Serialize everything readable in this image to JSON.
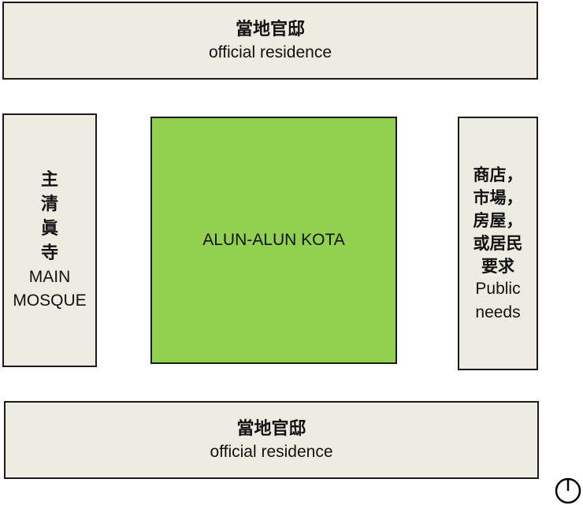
{
  "top": {
    "zh": "當地官邸",
    "en": "official residence"
  },
  "bottom": {
    "zh": "當地官邸",
    "en": "official residence"
  },
  "left": {
    "zh": "主清眞寺",
    "en_line1": "MAIN",
    "en_line2": "MOSQUE"
  },
  "center": {
    "label": "ALUN-ALUN KOTA",
    "color": "#92d050"
  },
  "right": {
    "zh_lines": [
      "商店，",
      "市場，",
      "房屋，",
      "或居民",
      "要求"
    ],
    "en_line1": "Public",
    "en_line2": "needs"
  },
  "colors": {
    "box_fill": "#eeece1",
    "border": "#1a1a1a"
  },
  "icons": {
    "corner": "power-icon"
  }
}
